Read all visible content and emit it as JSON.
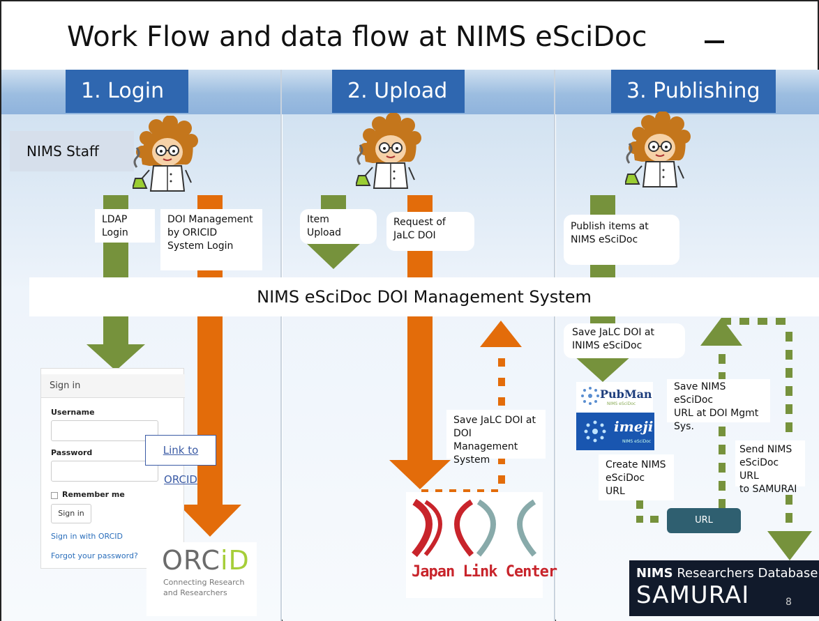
{
  "slide": {
    "title": "Work Flow and data flow at NIMS eSciDoc",
    "page_number": "8"
  },
  "steps": [
    "1. Login",
    "2. Upload",
    "3. Publishing"
  ],
  "actor": "NIMS Staff",
  "system_bar": "NIMS eSciDoc DOI Management System",
  "login_notes": {
    "ldap": [
      "LDAP",
      "Login"
    ],
    "doi_mgmt": [
      "DOI Management",
      "by ORICID",
      "System Login"
    ]
  },
  "upload_notes": {
    "item_upload": [
      "Item",
      "Upload"
    ],
    "request_doi": [
      "Request of",
      "JaLC DOI"
    ],
    "save_doi": [
      "Save  JaLC DOI at",
      "DOI Management",
      "System"
    ]
  },
  "publish_notes": {
    "publish": [
      "Publish items at",
      "NIMS eSciDoc"
    ],
    "save_jalc": [
      "Save JaLC DOI at",
      "INIMS eSciDoc"
    ],
    "save_url": [
      "Save NIMS eSciDoc",
      "URL at DOI Mgmt",
      "Sys."
    ],
    "send_url": [
      "Send NIMS",
      "eSciDoc URL",
      "to SAMURAI"
    ],
    "create_url": [
      "Create NIMS",
      "eSciDoc URL"
    ]
  },
  "signin_form": {
    "header": "Sign in",
    "username_label": "Username",
    "password_label": "Password",
    "remember_label": "Remember me",
    "button": "Sign in",
    "orcid_link": "Sign in with ORCID",
    "forgot_link": "Forgot your password?"
  },
  "link_to_orcid": "Link to ORCID",
  "logos": {
    "orcid_prefix": "ORC",
    "orcid_suffix": "iD",
    "orcid_tagline": [
      "Connecting Research",
      "and Researchers"
    ],
    "jlc": "Japan Link Center",
    "pubman": "PubMan",
    "pubman_sub": "NIMS eSciDoc",
    "imeji": "imeji",
    "imeji_sub": "NIMS eSciDoc",
    "url_button": "URL",
    "samurai_prefix": "NIMS",
    "samurai_rest": " Researchers Database",
    "samurai_main": "SAMURAI"
  },
  "colors": {
    "step_header": "#2f67b0",
    "green_arrow": "#76923c",
    "orange_arrow": "#e36c0a",
    "band": "#9cbde0",
    "url_button": "#2f5f70",
    "samurai_bg": "#111a2b"
  },
  "icons": {
    "scientist": "scientist-with-flask-icon",
    "pubman": "pubman-logo-icon",
    "imeji": "imeji-logo-icon"
  }
}
